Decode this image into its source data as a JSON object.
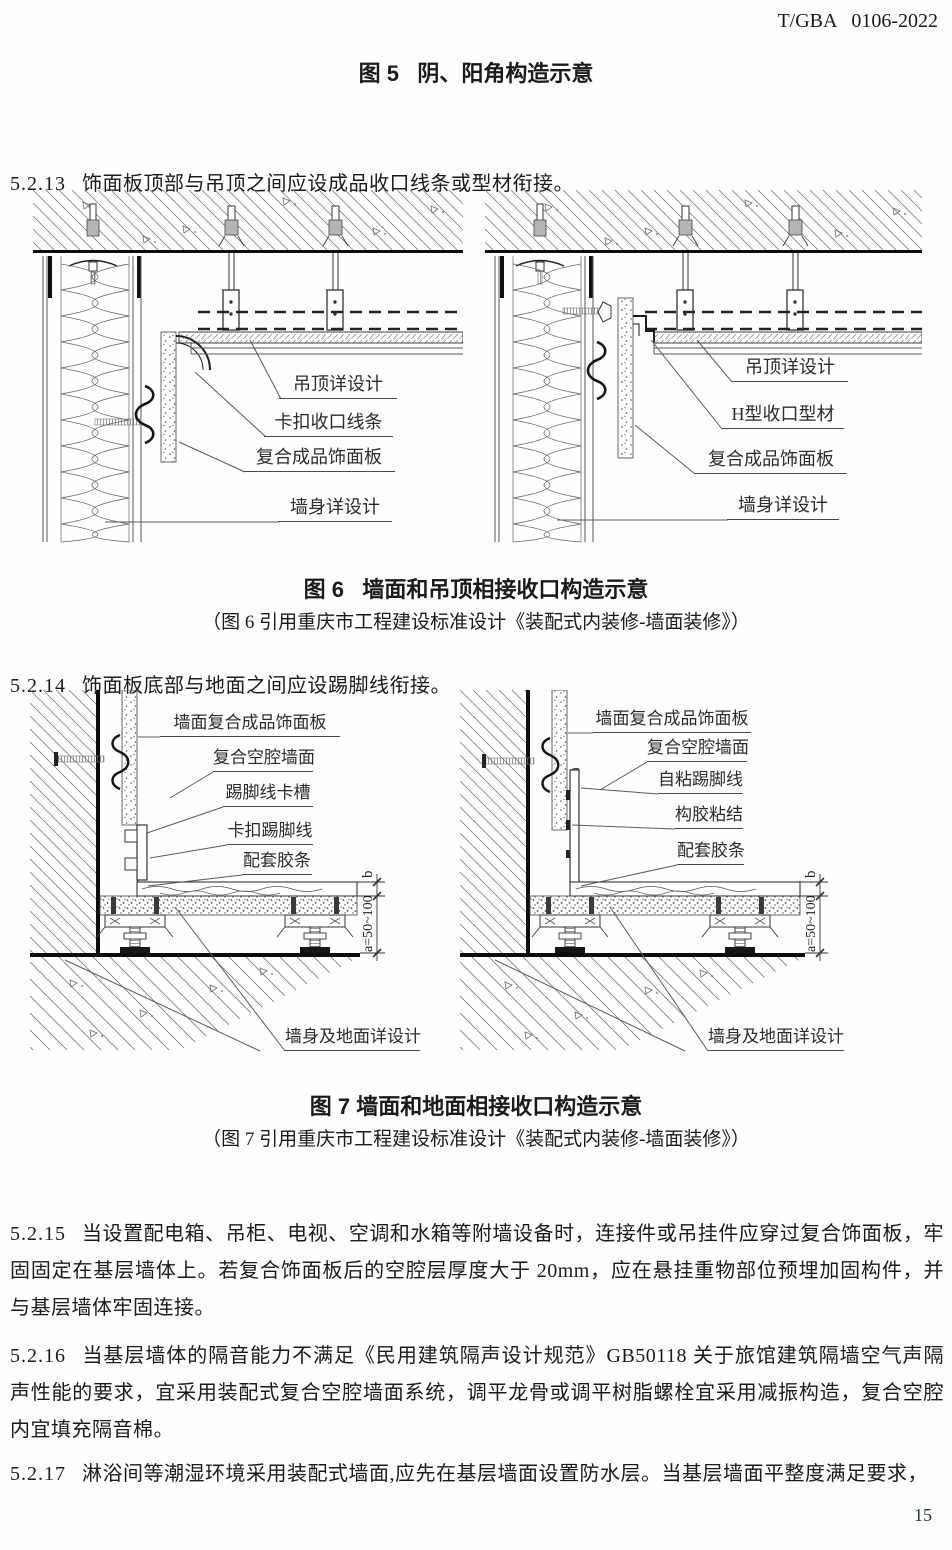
{
  "header": {
    "doc_code": "T/GBA   0106-2022"
  },
  "figure5": {
    "title": "图 5   阴、阳角构造示意"
  },
  "sections": {
    "s5213": {
      "number": "5.2.13",
      "text": "饰面板顶部与吊顶之间应设成品收口线条或型材衔接。"
    },
    "s5214": {
      "number": "5.2.14",
      "text": "饰面板底部与地面之间应设踢脚线衔接。"
    },
    "s5215": {
      "number": "5.2.15",
      "text": "当设置配电箱、吊柜、电视、空调和水箱等附墙设备时，连接件或吊挂件应穿过复合饰面板，牢固固定在基层墙体上。若复合饰面板后的空腔层厚度大于 20mm，应在悬挂重物部位预埋加固构件，并与基层墙体牢固连接。"
    },
    "s5216": {
      "number": "5.2.16",
      "text": "当基层墙体的隔音能力不满足《民用建筑隔声设计规范》GB50118 关于旅馆建筑隔墙空气声隔声性能的要求，宜采用装配式复合空腔墙面系统，调平龙骨或调平树脂螺栓宜采用减振构造，复合空腔内宜填充隔音棉。"
    },
    "s5217": {
      "number": "5.2.17",
      "text": "淋浴间等潮湿环境采用装配式墙面,应先在基层墙面设置防水层。当基层墙面平整度满足要求，"
    }
  },
  "figure6": {
    "title": "图 6   墙面和吊顶相接收口构造示意",
    "citation": "（图 6 引用重庆市工程建设标准设计《装配式内装修-墙面装修》）",
    "left": {
      "labels": [
        "吊顶详设计",
        "卡扣收口线条",
        "复合成品饰面板",
        "墙身详设计"
      ]
    },
    "right": {
      "labels": [
        "吊顶详设计",
        "H型收口型材",
        "复合成品饰面板",
        "墙身详设计"
      ]
    }
  },
  "figure7": {
    "title": "图 7 墙面和地面相接收口构造示意",
    "citation": "（图 7 引用重庆市工程建设标准设计《装配式内装修-墙面装修》）",
    "left": {
      "labels": [
        "墙面复合成品饰面板",
        "复合空腔墙面",
        "踢脚线卡槽",
        "卡扣踢脚线",
        "配套胶条",
        "墙身及地面详设计"
      ]
    },
    "right": {
      "labels": [
        "墙面复合成品饰面板",
        "复合空腔墙面",
        "自粘踢脚线",
        "构胶粘结",
        "配套胶条",
        "墙身及地面详设计"
      ]
    },
    "dims": {
      "b": "b",
      "a": "a=50~100"
    }
  },
  "footer": {
    "page_number": "15"
  }
}
